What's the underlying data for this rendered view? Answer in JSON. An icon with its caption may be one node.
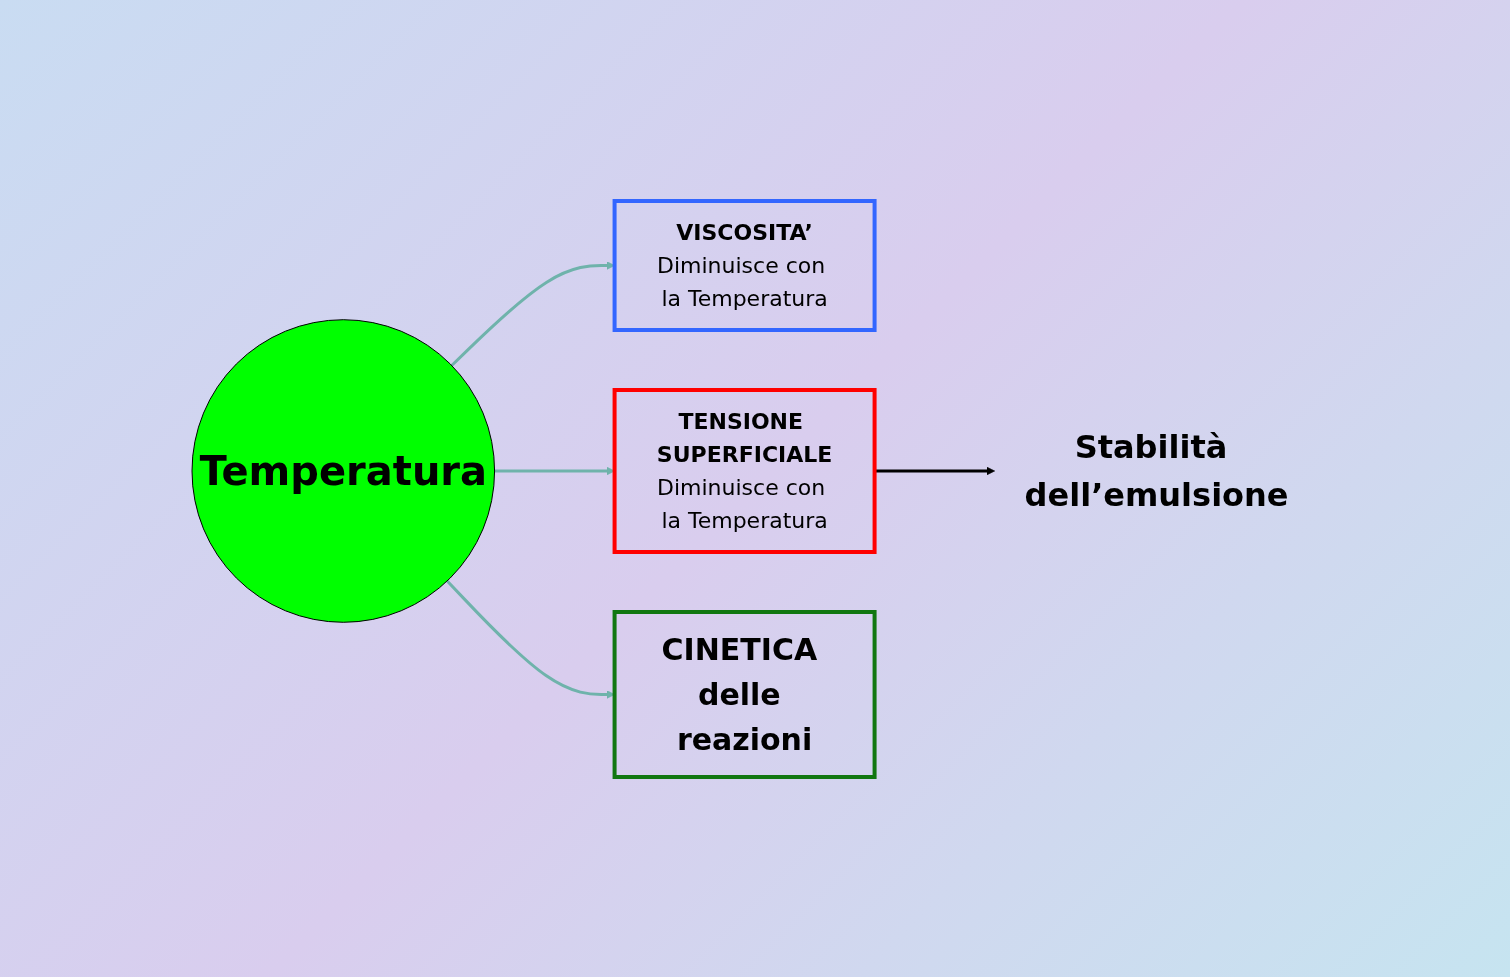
{
  "diagram": {
    "nodes": [
      {
        "text": [
          "Temperatura"
        ]
      },
      {
        "text": [
          "VISCOSITA’",
          "Diminuisce con la Temperatura"
        ]
      },
      {
        "text": [
          "TENSIONE SUPERFICIALE",
          "Diminuisce con la Temperatura"
        ]
      },
      {
        "text": [
          "CINETICA delle reazioni"
        ]
      },
      {
        "text": [
          "Stabilità dell’emulsione"
        ]
      }
    ],
    "edges": [
      {
        "from": 0,
        "to": 1,
        "arrow": "to"
      },
      {
        "from": 0,
        "to": 2,
        "arrow": "to"
      },
      {
        "from": 0,
        "to": 3,
        "arrow": "to"
      },
      {
        "from": 2,
        "to": 4,
        "arrow": "to",
        "color": "#000000"
      }
    ]
  }
}
